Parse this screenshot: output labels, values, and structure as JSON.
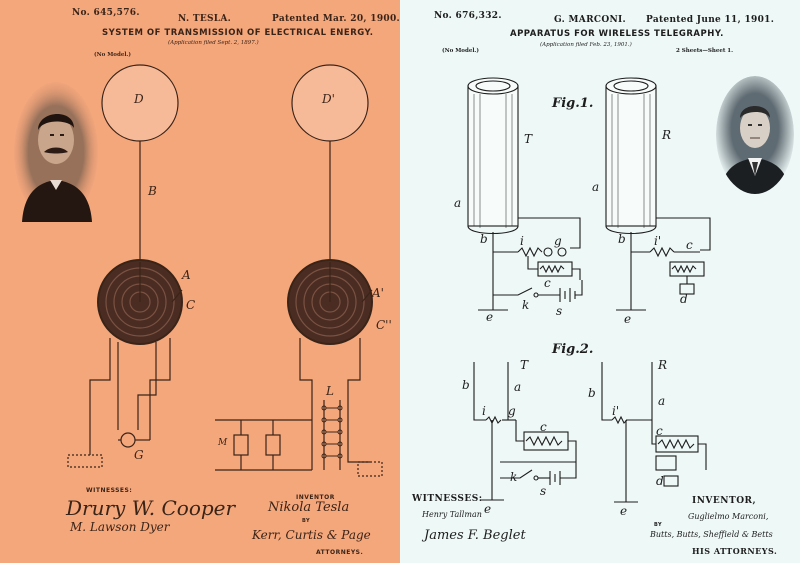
{
  "tesla": {
    "patent_no": "No. 645,576.",
    "name": "N. TESLA.",
    "patented": "Patented Mar. 20, 1900.",
    "title": "SYSTEM OF TRANSMISSION OF ELECTRICAL ENERGY.",
    "application": "(Application filed Sept. 2, 1897.)",
    "model": "(No Model.)",
    "labels": {
      "D": "D",
      "D2": "D'",
      "B": "B",
      "A": "A",
      "A2": "A'",
      "C": "C",
      "C2": "C''",
      "G": "G",
      "M": "M",
      "L": "L"
    },
    "witnesses": "WITNESSES:",
    "inventor": "INVENTOR",
    "by": "BY",
    "attorneys": "ATTORNEYS.",
    "sig_witness1": "Drury W. Cooper",
    "sig_witness2": "M. Lawson Dyer",
    "sig_inventor": "Nikola Tesla",
    "sig_attorneys": "Kerr, Curtis & Page"
  },
  "marconi": {
    "patent_no": "No. 676,332.",
    "name": "G. MARCONI.",
    "patented": "Patented June 11, 1901.",
    "title": "APPARATUS FOR WIRELESS TELEGRAPHY.",
    "application": "(Application filed Feb. 23, 1901.)",
    "model": "(No Model.)",
    "sheets": "2 Sheets—Sheet 1.",
    "fig1": "Fig.1.",
    "fig2": "Fig.2.",
    "labels": {
      "T": "T",
      "R": "R",
      "a": "a",
      "b": "b",
      "i": "i",
      "i2": "i'",
      "g": "g",
      "c": "c",
      "e": "e",
      "k": "k",
      "s": "s",
      "d": "d"
    },
    "witnesses": "WITNESSES:",
    "inventor": "INVENTOR,",
    "inventor_name": "Guglielmo Marconi,",
    "by": "BY",
    "attorneys": "HIS ATTORNEYS.",
    "sig_witness1": "Henry Tallman",
    "sig_witness2": "James F. Beglet",
    "sig_attorneys": "Butts, Butts, Sheffield & Betts"
  }
}
